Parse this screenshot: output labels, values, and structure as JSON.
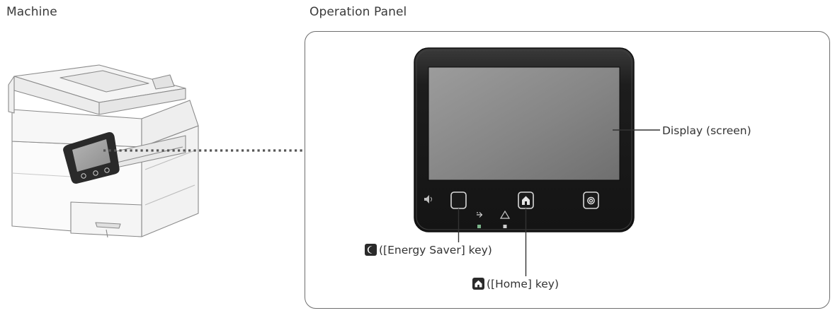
{
  "labels": {
    "machine": "Machine",
    "operation_panel": "Operation Panel"
  },
  "callouts": {
    "display": "Display (screen)",
    "energy_saver": "([Energy Saver] key)",
    "home": "([Home] key)"
  },
  "icons": {
    "energy_saver_key": "moon-icon",
    "home_key": "home-icon",
    "power_key": "power-icon",
    "speaker": "speaker-icon",
    "data_indicator": "arrow-right-icon",
    "error_indicator": "warning-icon"
  },
  "colors": {
    "panel_body": "#1f1f1f",
    "screen": "#8a8a8a",
    "outline": "#6e6e6e",
    "indicator_green": "#8fd0a0"
  }
}
